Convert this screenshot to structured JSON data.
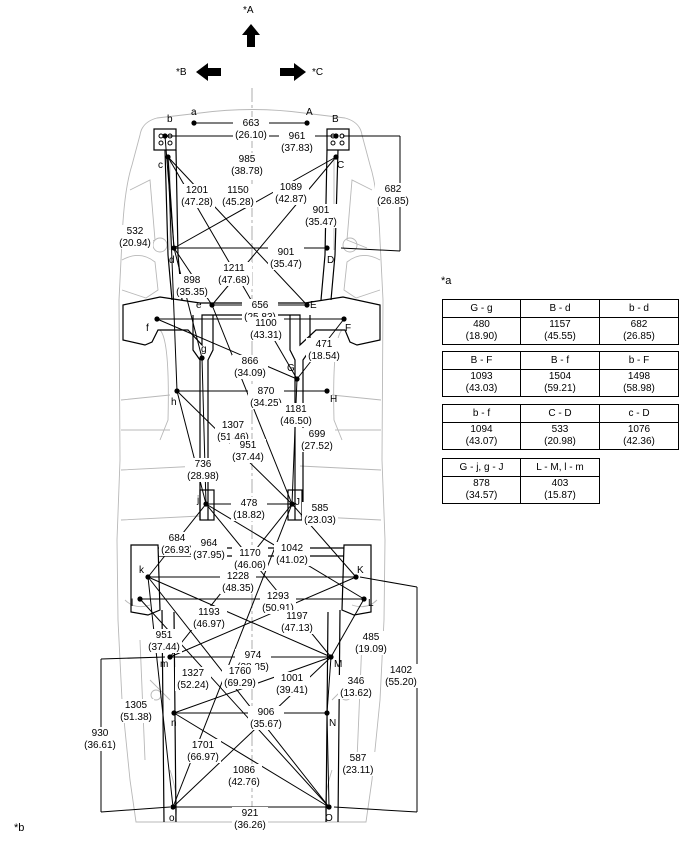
{
  "directions": {
    "a": "*A",
    "b": "*B",
    "c": "*C"
  },
  "refs": {
    "table": "*a",
    "body": "*b"
  },
  "points": {
    "a": "a",
    "A": "A",
    "b": "b",
    "B": "B",
    "c": "c",
    "C": "C",
    "d": "d",
    "D": "D",
    "e": "e",
    "E": "E",
    "f": "f",
    "F": "F",
    "g": "g",
    "G": "G",
    "h": "h",
    "H": "H",
    "j": "j",
    "J": "J",
    "k": "k",
    "K": "K",
    "l": "l",
    "L": "L",
    "m": "m",
    "M": "M",
    "n": "n",
    "N": "N",
    "o": "o",
    "O": "O"
  },
  "measurements": [
    {
      "id": "a-A",
      "mm": "663",
      "inch": "(26.10)"
    },
    {
      "id": "b-B",
      "mm": "961",
      "inch": "(37.83)"
    },
    {
      "id": "c-E",
      "mm": "985",
      "inch": "(38.78)"
    },
    {
      "id": "c-h",
      "mm": "1201",
      "inch": "(47.28)"
    },
    {
      "id": "c-G",
      "mm": "1150",
      "inch": "(45.28)"
    },
    {
      "id": "C-d",
      "mm": "1089",
      "inch": "(42.87)"
    },
    {
      "id": "B-D",
      "mm": "682",
      "inch": "(26.85)"
    },
    {
      "id": "C-e",
      "mm": "901",
      "inch": "(35.47)"
    },
    {
      "id": "b-d",
      "mm": "532",
      "inch": "(20.94)"
    },
    {
      "id": "d-D",
      "mm": "901",
      "inch": "(35.47)"
    },
    {
      "id": "d-g",
      "mm": "1211",
      "inch": "(47.68)"
    },
    {
      "id": "d-e",
      "mm": "898",
      "inch": "(35.35)"
    },
    {
      "id": "e-E",
      "mm": "656",
      "inch": "(25.83)"
    },
    {
      "id": "f-F",
      "mm": "1100",
      "inch": "(43.31)"
    },
    {
      "id": "F-G",
      "mm": "471",
      "inch": "(18.54)"
    },
    {
      "id": "f-G",
      "mm": "866",
      "inch": "(34.09)"
    },
    {
      "id": "h-H",
      "mm": "870",
      "inch": "(34.25)"
    },
    {
      "id": "e-J",
      "mm": "1181",
      "inch": "(46.50)"
    },
    {
      "id": "h-J",
      "mm": "1307",
      "inch": "(51.46)"
    },
    {
      "id": "G-J",
      "mm": "699",
      "inch": "(27.52)"
    },
    {
      "id": "h-j",
      "mm": "951",
      "inch": "(37.44)"
    },
    {
      "id": "g-j",
      "mm": "736",
      "inch": "(28.98)"
    },
    {
      "id": "j-J",
      "mm": "478",
      "inch": "(18.82)"
    },
    {
      "id": "J-K",
      "mm": "585",
      "inch": "(23.03)"
    },
    {
      "id": "j-k",
      "mm": "684",
      "inch": "(26.93)"
    },
    {
      "id": "J-m",
      "mm": "964",
      "inch": "(37.95)"
    },
    {
      "id": "j-M",
      "mm": "1170",
      "inch": "(46.06)"
    },
    {
      "id": "j-L",
      "mm": "1042",
      "inch": "(41.02)"
    },
    {
      "id": "k-K",
      "mm": "1228",
      "inch": "(48.35)"
    },
    {
      "id": "l-L",
      "mm": "1293",
      "inch": "(50.91)"
    },
    {
      "id": "k-M",
      "mm": "1193",
      "inch": "(46.97)"
    },
    {
      "id": "K-m",
      "mm": "1197",
      "inch": "(47.13)"
    },
    {
      "id": "K-O",
      "mm": "1402",
      "inch": "(55.20)"
    },
    {
      "id": "J-o",
      "mm": "951",
      "inch": "(37.44)"
    },
    {
      "id": "L-M",
      "mm": "485",
      "inch": "(19.09)"
    },
    {
      "id": "m-M",
      "mm": "974",
      "inch": "(38.35)"
    },
    {
      "id": "k-O",
      "mm": "1327",
      "inch": "(52.24)"
    },
    {
      "id": "l-O",
      "mm": "1760",
      "inch": "(69.29)"
    },
    {
      "id": "n-M",
      "mm": "1001",
      "inch": "(39.41)"
    },
    {
      "id": "M-N",
      "mm": "346",
      "inch": "(13.62)"
    },
    {
      "id": "k-o",
      "mm": "1305",
      "inch": "(51.38)"
    },
    {
      "id": "n-N",
      "mm": "906",
      "inch": "(35.67)"
    },
    {
      "id": "m-o",
      "mm": "930",
      "inch": "(36.61)"
    },
    {
      "id": "o-M",
      "mm": "1701",
      "inch": "(66.97)"
    },
    {
      "id": "n-O",
      "mm": "1086",
      "inch": "(42.76)"
    },
    {
      "id": "N-O",
      "mm": "587",
      "inch": "(23.11)"
    },
    {
      "id": "o-O",
      "mm": "921",
      "inch": "(36.26)"
    }
  ],
  "table": [
    [
      {
        "label": "G - g",
        "mm": "480",
        "inch": "(18.90)"
      },
      {
        "label": "B - d",
        "mm": "1157",
        "inch": "(45.55)"
      },
      {
        "label": "b - d",
        "mm": "682",
        "inch": "(26.85)"
      }
    ],
    [
      {
        "label": "B - F",
        "mm": "1093",
        "inch": "(43.03)"
      },
      {
        "label": "B - f",
        "mm": "1504",
        "inch": "(59.21)"
      },
      {
        "label": "b - F",
        "mm": "1498",
        "inch": "(58.98)"
      }
    ],
    [
      {
        "label": "b - f",
        "mm": "1094",
        "inch": "(43.07)"
      },
      {
        "label": "C - D",
        "mm": "533",
        "inch": "(20.98)"
      },
      {
        "label": "c - D",
        "mm": "1076",
        "inch": "(42.36)"
      }
    ],
    [
      {
        "label": "G - j, g - J",
        "mm": "878",
        "inch": "(34.57)"
      },
      {
        "label": "L - M, l - m",
        "mm": "403",
        "inch": "(15.87)"
      }
    ]
  ]
}
